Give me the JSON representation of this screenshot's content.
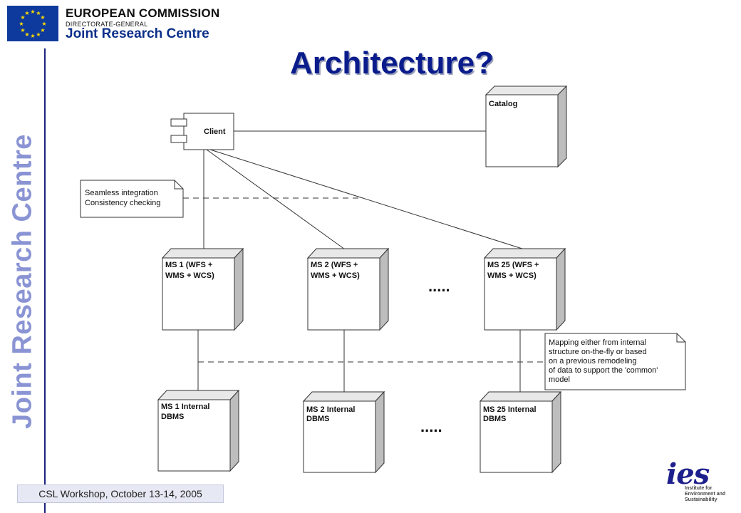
{
  "header": {
    "org_line1": "EUROPEAN COMMISSION",
    "org_line2": "DIRECTORATE-GENERAL",
    "org_line3": "Joint Research Centre"
  },
  "side_brand": "Joint Research Centre",
  "title": "Architecture?",
  "diagram": {
    "client": "Client",
    "catalog": "Catalog",
    "note_top": [
      "Seamless integration",
      "Consistency checking"
    ],
    "ms1": [
      "MS 1 (WFS +",
      "WMS + WCS)"
    ],
    "ms2": [
      "MS 2 (WFS +",
      "WMS + WCS)"
    ],
    "ms25": [
      "MS 25 (WFS +",
      "WMS + WCS)"
    ],
    "db1": [
      "MS 1 Internal",
      "DBMS"
    ],
    "db2": [
      "MS 2 Internal",
      "DBMS"
    ],
    "db25": [
      "MS 25 Internal",
      "DBMS"
    ],
    "dots_top": ".....",
    "dots_bottom": ".....",
    "note_bottom": [
      "Mapping either from internal",
      "structure on-the-fly or based",
      "on a previous remodeling",
      "of data to support the 'common'",
      "model"
    ]
  },
  "footer": "CSL Workshop, October 13-14, 2005",
  "ies": {
    "logo_text": "ies",
    "tagline": [
      "Institute for",
      "Environment and",
      "Sustainability"
    ]
  },
  "colors": {
    "title": "#0a1c8c",
    "side_brand": "#8a94d4",
    "eu_blue": "#0d3a9c",
    "eu_star": "#ffdd00"
  }
}
